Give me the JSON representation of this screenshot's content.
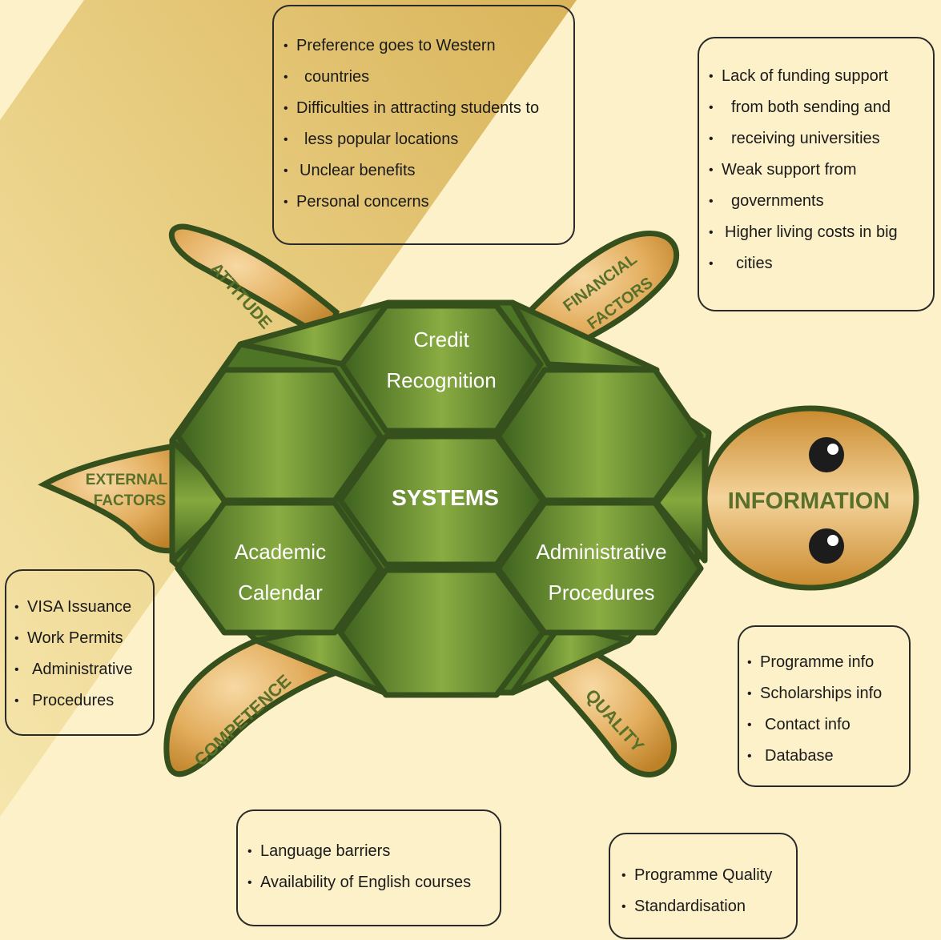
{
  "colors": {
    "background": "#fdf1c9",
    "band": "#e6c670",
    "shell_dark": "#3a5f1d",
    "shell_light": "#86a83e",
    "outline": "#35501c",
    "limb_light": "#f3c98a",
    "limb_dark": "#c88b2e",
    "label_green": "#58702a"
  },
  "shell": {
    "center": "SYSTEMS",
    "top": [
      "Credit",
      "Recognition"
    ],
    "left": [
      "Academic",
      "Calendar"
    ],
    "right": [
      "Administrative",
      "Procedures"
    ]
  },
  "head": {
    "label": "INFORMATION"
  },
  "limbs": {
    "attitude": "ATTITUDE",
    "financial": [
      "FINANCIAL",
      "FACTORS"
    ],
    "external": [
      "EXTERNAL",
      "FACTORS"
    ],
    "competence": "COMPETENCE",
    "quality": "QUALITY"
  },
  "boxes": {
    "attitude": [
      "Preference goes to Western",
      "countries",
      "Difficulties in attracting students to",
      "less popular locations",
      "Unclear benefits",
      "Personal concerns"
    ],
    "financial": [
      "Lack of funding support",
      "from both sending and",
      "receiving universities",
      "Weak support from",
      "governments",
      "Higher living costs in big",
      "cities"
    ],
    "external": [
      "VISA Issuance",
      "Work Permits",
      "Administrative",
      "Procedures"
    ],
    "information": [
      "Programme info",
      "Scholarships info",
      "Contact info",
      "Database"
    ],
    "competence": [
      "Language barriers",
      "Availability of English courses"
    ],
    "quality": [
      "Programme Quality",
      "Standardisation"
    ]
  }
}
